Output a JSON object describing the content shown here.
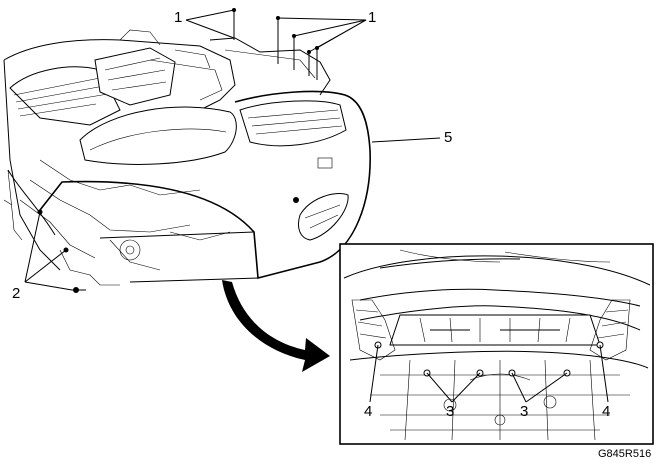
{
  "callouts": {
    "c1a": "1",
    "c1b": "1",
    "c2": "2",
    "c3a": "3",
    "c3b": "3",
    "c4a": "4",
    "c4b": "4",
    "c5": "5"
  },
  "figure_id": "G845R516",
  "colors": {
    "line": "#000000",
    "background": "#ffffff"
  }
}
